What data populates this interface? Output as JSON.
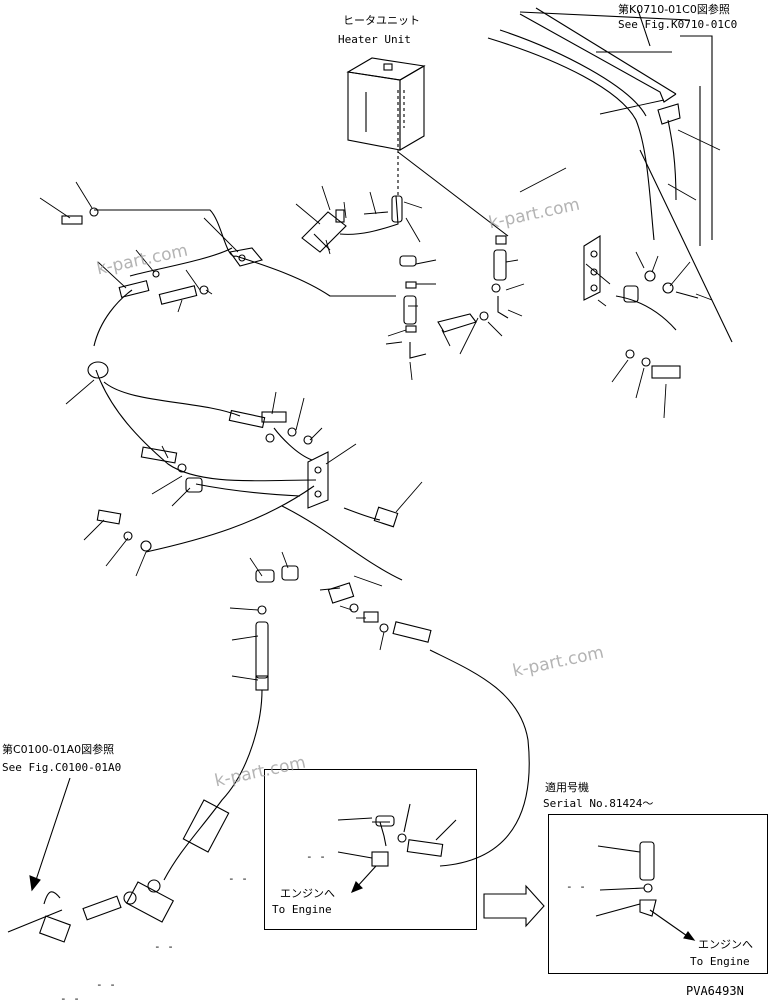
{
  "heater_unit": {
    "jp": "ヒータユニット",
    "en": "Heater Unit"
  },
  "ref_k0710": {
    "jp": "第K0710-01C0図参照",
    "en": "See Fig.K0710-01C0"
  },
  "ref_c0100": {
    "jp": "第C0100-01A0図参照",
    "en": "See Fig.C0100-01A0"
  },
  "serial": {
    "jp": "適用号機",
    "en": "Serial No.81424～"
  },
  "to_engine_1": {
    "jp": "エンジンへ",
    "en": "To Engine"
  },
  "to_engine_2": {
    "jp": "エンジンへ",
    "en": "To Engine"
  },
  "dash_mark": "- -",
  "drawing_code": "PVA6493N",
  "watermark": "k-part.com"
}
